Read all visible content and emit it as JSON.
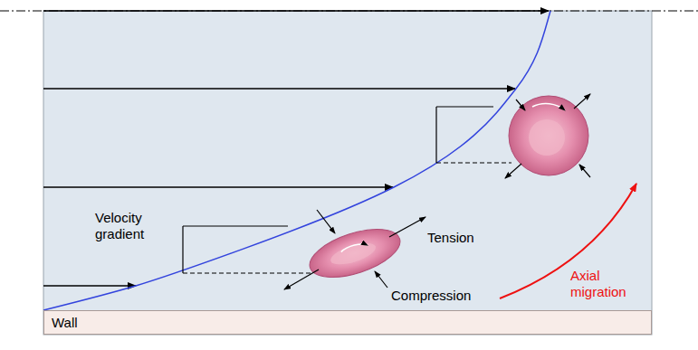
{
  "diagram": {
    "nodes": [
      {
        "text": [
          "Wall"
        ]
      }
    ],
    "labels": [
      "Velocity gradient",
      "Tension",
      "Compression",
      "Axial migration"
    ]
  }
}
